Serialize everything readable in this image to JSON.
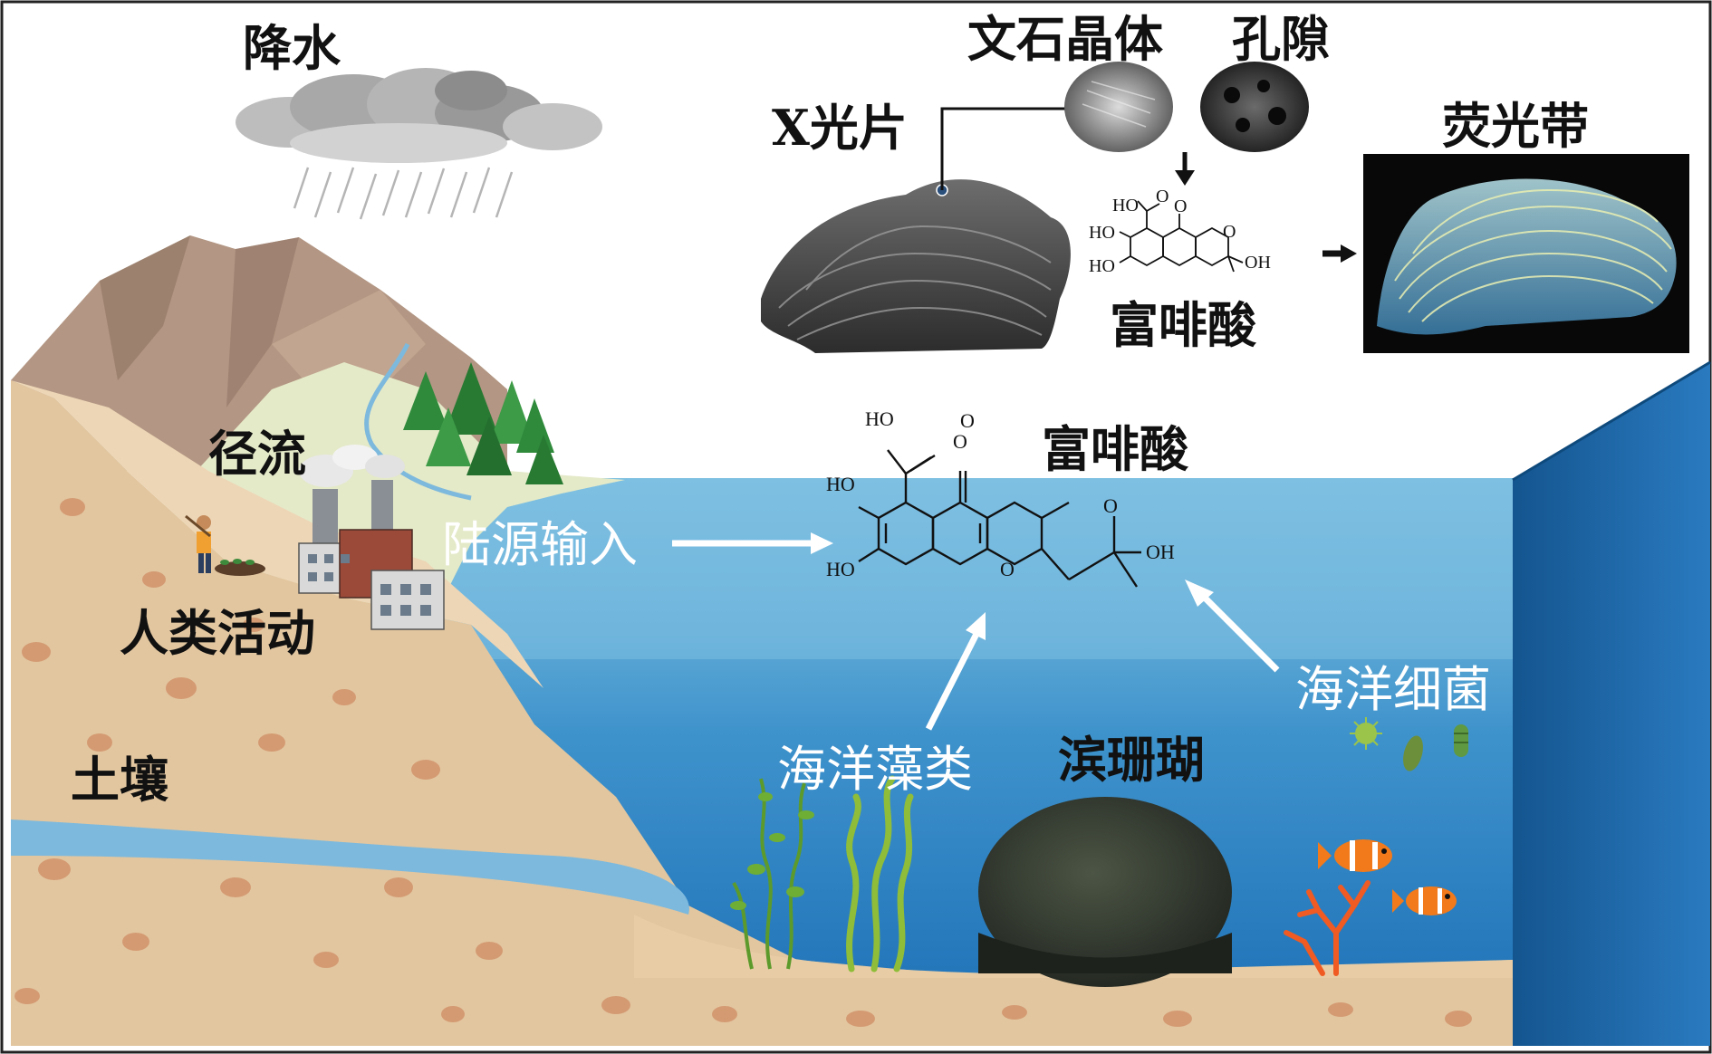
{
  "labels": {
    "precipitation": "降水",
    "runoff": "径流",
    "human_activity": "人类活动",
    "soil": "土壤",
    "terrestrial_input": "陆源输入",
    "marine_algae": "海洋藻类",
    "marine_bacteria": "海洋细菌",
    "coral": "滨珊瑚",
    "xray": "X光片",
    "aragonite_crystal": "文石晶体",
    "pores": "孔隙",
    "fluorescent_band": "荧光带",
    "fulvic_acid_top": "富啡酸",
    "fulvic_acid_main": "富啡酸"
  },
  "chem": {
    "ho": "HO",
    "o": "O",
    "oh": "OH"
  },
  "colors": {
    "sea_surface": "#6fb6dc",
    "sea_deep": "#1f77bd",
    "cliff_side": "#1a5e9c",
    "soil": "#e2c6a0",
    "soil_spot": "#d49b73",
    "mountain": "#b29582",
    "grass": "#e4e9c8",
    "tree": "#2f8a3c",
    "river": "#7db9dc",
    "arrow": "#ffffff"
  }
}
